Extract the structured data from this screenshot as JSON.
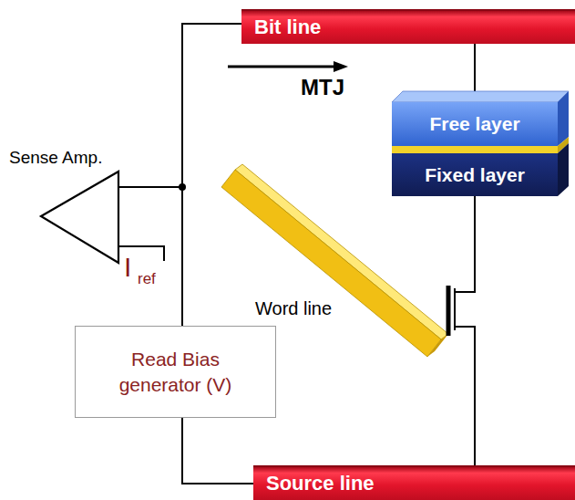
{
  "diagram": {
    "nodes": [
      {
        "text": [
          "Bit line"
        ]
      },
      {
        "text": [
          "Free layer"
        ]
      },
      {
        "text": [
          "Fixed layer"
        ]
      },
      {
        "text": [
          "Read Bias generator (V)"
        ]
      },
      {
        "text": [
          "Source line"
        ]
      }
    ],
    "edges": [
      {
        "from": 0,
        "to": 1,
        "arrow": "none"
      },
      {
        "from": 0,
        "to": 3,
        "arrow": "none"
      },
      {
        "from": 3,
        "to": 4,
        "arrow": "none"
      }
    ],
    "labels": [
      "MTJ",
      "Sense Amp.",
      "I",
      "ref",
      "Word line"
    ]
  }
}
